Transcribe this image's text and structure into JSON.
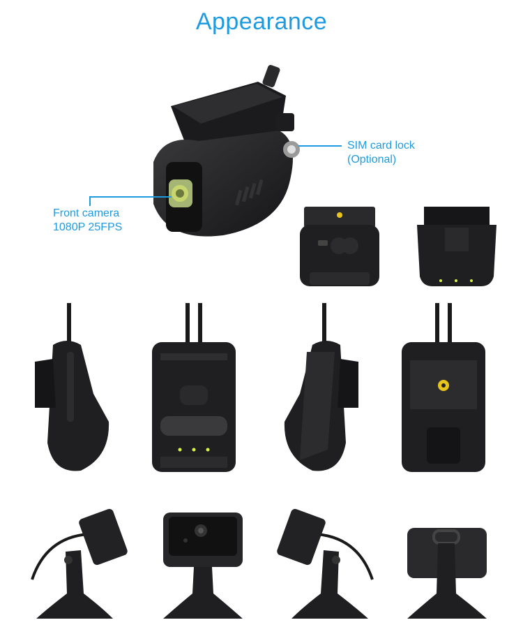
{
  "title": "Appearance",
  "callouts": {
    "sim": {
      "line1": "SIM card lock",
      "line2": "(Optional)"
    },
    "front": {
      "line1": "Front camera",
      "line2": "1080P 25FPS"
    }
  },
  "colors": {
    "accent": "#1e9be0",
    "device": "#1f1f21",
    "led": "#d7f24a",
    "mount_ring": "#e9c41c"
  }
}
